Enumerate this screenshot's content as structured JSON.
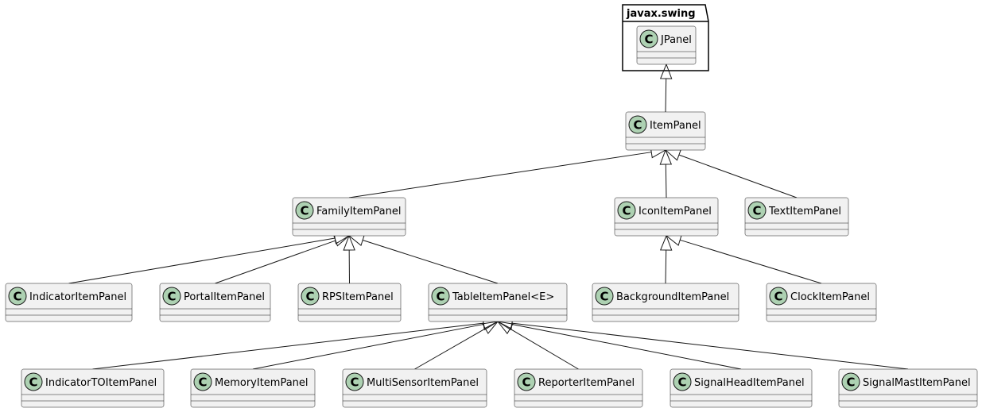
{
  "package": {
    "name": "javax.swing"
  },
  "classes": {
    "jpanel": {
      "name": "JPanel",
      "stereotype": "C"
    },
    "item_panel": {
      "name": "ItemPanel",
      "stereotype": "C"
    },
    "family_item_panel": {
      "name": "FamilyItemPanel",
      "stereotype": "C"
    },
    "icon_item_panel": {
      "name": "IconItemPanel",
      "stereotype": "C"
    },
    "text_item_panel": {
      "name": "TextItemPanel",
      "stereotype": "C"
    },
    "indicator_item_panel": {
      "name": "IndicatorItemPanel",
      "stereotype": "C"
    },
    "portal_item_panel": {
      "name": "PortalItemPanel",
      "stereotype": "C"
    },
    "rps_item_panel": {
      "name": "RPSItemPanel",
      "stereotype": "C"
    },
    "table_item_panel": {
      "name": "TableItemPanel<E>",
      "stereotype": "C"
    },
    "background_item_panel": {
      "name": "BackgroundItemPanel",
      "stereotype": "C"
    },
    "clock_item_panel": {
      "name": "ClockItemPanel",
      "stereotype": "C"
    },
    "indicator_to_item_panel": {
      "name": "IndicatorTOItemPanel",
      "stereotype": "C"
    },
    "memory_item_panel": {
      "name": "MemoryItemPanel",
      "stereotype": "C"
    },
    "multi_sensor_item_panel": {
      "name": "MultiSensorItemPanel",
      "stereotype": "C"
    },
    "reporter_item_panel": {
      "name": "ReporterItemPanel",
      "stereotype": "C"
    },
    "signal_head_item_panel": {
      "name": "SignalHeadItemPanel",
      "stereotype": "C"
    },
    "signal_mast_item_panel": {
      "name": "SignalMastItemPanel",
      "stereotype": "C"
    }
  },
  "inheritance": [
    {
      "child": "item_panel",
      "parent": "jpanel"
    },
    {
      "child": "family_item_panel",
      "parent": "item_panel"
    },
    {
      "child": "icon_item_panel",
      "parent": "item_panel"
    },
    {
      "child": "text_item_panel",
      "parent": "item_panel"
    },
    {
      "child": "indicator_item_panel",
      "parent": "family_item_panel"
    },
    {
      "child": "portal_item_panel",
      "parent": "family_item_panel"
    },
    {
      "child": "rps_item_panel",
      "parent": "family_item_panel"
    },
    {
      "child": "table_item_panel",
      "parent": "family_item_panel"
    },
    {
      "child": "background_item_panel",
      "parent": "icon_item_panel"
    },
    {
      "child": "clock_item_panel",
      "parent": "icon_item_panel"
    },
    {
      "child": "indicator_to_item_panel",
      "parent": "table_item_panel"
    },
    {
      "child": "memory_item_panel",
      "parent": "table_item_panel"
    },
    {
      "child": "multi_sensor_item_panel",
      "parent": "table_item_panel"
    },
    {
      "child": "reporter_item_panel",
      "parent": "table_item_panel"
    },
    {
      "child": "signal_head_item_panel",
      "parent": "table_item_panel"
    },
    {
      "child": "signal_mast_item_panel",
      "parent": "table_item_panel"
    }
  ],
  "colors": {
    "class_fill": "#F1F1F1",
    "class_border": "#181818",
    "stereotype_circle": "#ADD1B2",
    "line": "#181818"
  }
}
